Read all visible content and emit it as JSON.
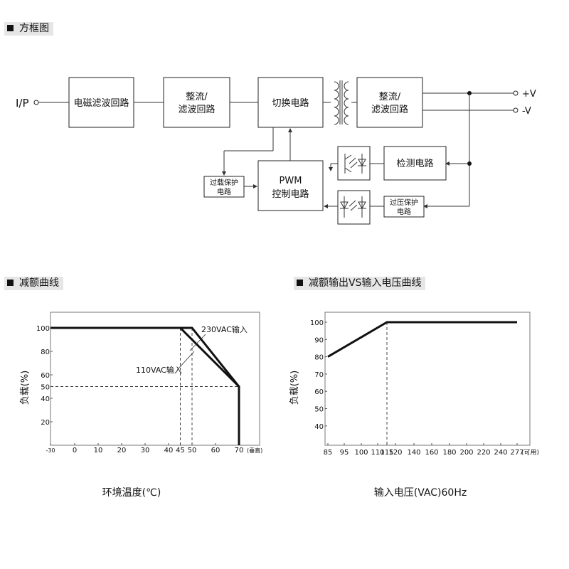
{
  "sections": {
    "block_diagram": "方框图",
    "derating": "减额曲线",
    "input_derating": "减额输出VS输入电压曲线"
  },
  "block": {
    "input": "I/P",
    "emi": "电磁滤波回路",
    "rect1_l1": "整流/",
    "rect1_l2": "滤波回路",
    "switch": "切换电路",
    "rect2_l1": "整流/",
    "rect2_l2": "滤波回路",
    "plus_v": "+V",
    "minus_v": "-V",
    "detect": "检测电路",
    "pwm_l1": "PWM",
    "pwm_l2": "控制电路",
    "olp_l1": "过载保护",
    "olp_l2": "电路",
    "ovp_l1": "过压保护",
    "ovp_l2": "电路"
  },
  "chart_data": [
    {
      "type": "line",
      "x_ticks": [
        "-30",
        "0",
        "10",
        "20",
        "30",
        "40",
        "45",
        "50",
        "60",
        "70"
      ],
      "x_tick_values": [
        -30,
        0,
        10,
        20,
        30,
        40,
        45,
        50,
        60,
        70
      ],
      "y_ticks": [
        "100",
        "80",
        "60",
        "50",
        "40",
        "20"
      ],
      "y_tick_values": [
        100,
        80,
        60,
        50,
        40,
        20
      ],
      "xlim": [
        -30,
        80
      ],
      "ylim": [
        0,
        110
      ],
      "x_unit_note": "(垂直)",
      "xlabel": "环境温度(℃)",
      "ylabel": "负载(%)",
      "series": [
        {
          "name": "230VAC输入",
          "x": [
            -30,
            50,
            70,
            70
          ],
          "y": [
            100,
            100,
            50,
            0
          ]
        },
        {
          "name": "110VAC输入",
          "x": [
            -30,
            45,
            70,
            70
          ],
          "y": [
            100,
            100,
            50,
            0
          ]
        }
      ],
      "reference_points": [
        [
          45,
          100
        ],
        [
          50,
          100
        ],
        [
          70,
          50
        ]
      ]
    },
    {
      "type": "line",
      "x_ticks": [
        "85",
        "95",
        "100",
        "110",
        "115",
        "120",
        "140",
        "160",
        "180",
        "200",
        "220",
        "240",
        "277"
      ],
      "x_tick_values": [
        85,
        95,
        100,
        110,
        115,
        120,
        140,
        160,
        180,
        200,
        220,
        240,
        277
      ],
      "y_ticks": [
        "100",
        "90",
        "80",
        "70",
        "60",
        "50",
        "40"
      ],
      "y_tick_values": [
        100,
        90,
        80,
        70,
        60,
        50,
        40
      ],
      "x_unit_note": "(可用)",
      "xlabel": "输入电压(VAC)60Hz",
      "ylabel": "负载(%)",
      "series": [
        {
          "x": [
            85,
            115,
            277
          ],
          "y": [
            80,
            100,
            100
          ]
        }
      ],
      "reference_points": [
        [
          115,
          100
        ]
      ]
    }
  ]
}
